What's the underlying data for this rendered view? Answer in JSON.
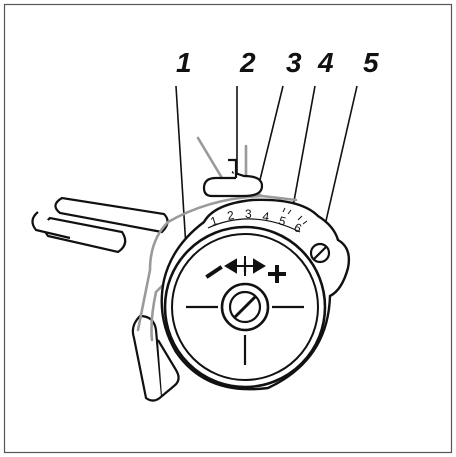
{
  "callouts": {
    "c1": "1",
    "c2": "2",
    "c3": "3",
    "c4": "4",
    "c5": "5"
  },
  "scale": {
    "n1": "1",
    "n2": "2",
    "n3": "3",
    "n4": "4",
    "n5": "5",
    "n6": "6"
  },
  "dial": {
    "minus": "–",
    "plus": "+"
  },
  "colors": {
    "line": "#111111",
    "thread": "#9a9a9a",
    "border": "#555555"
  }
}
